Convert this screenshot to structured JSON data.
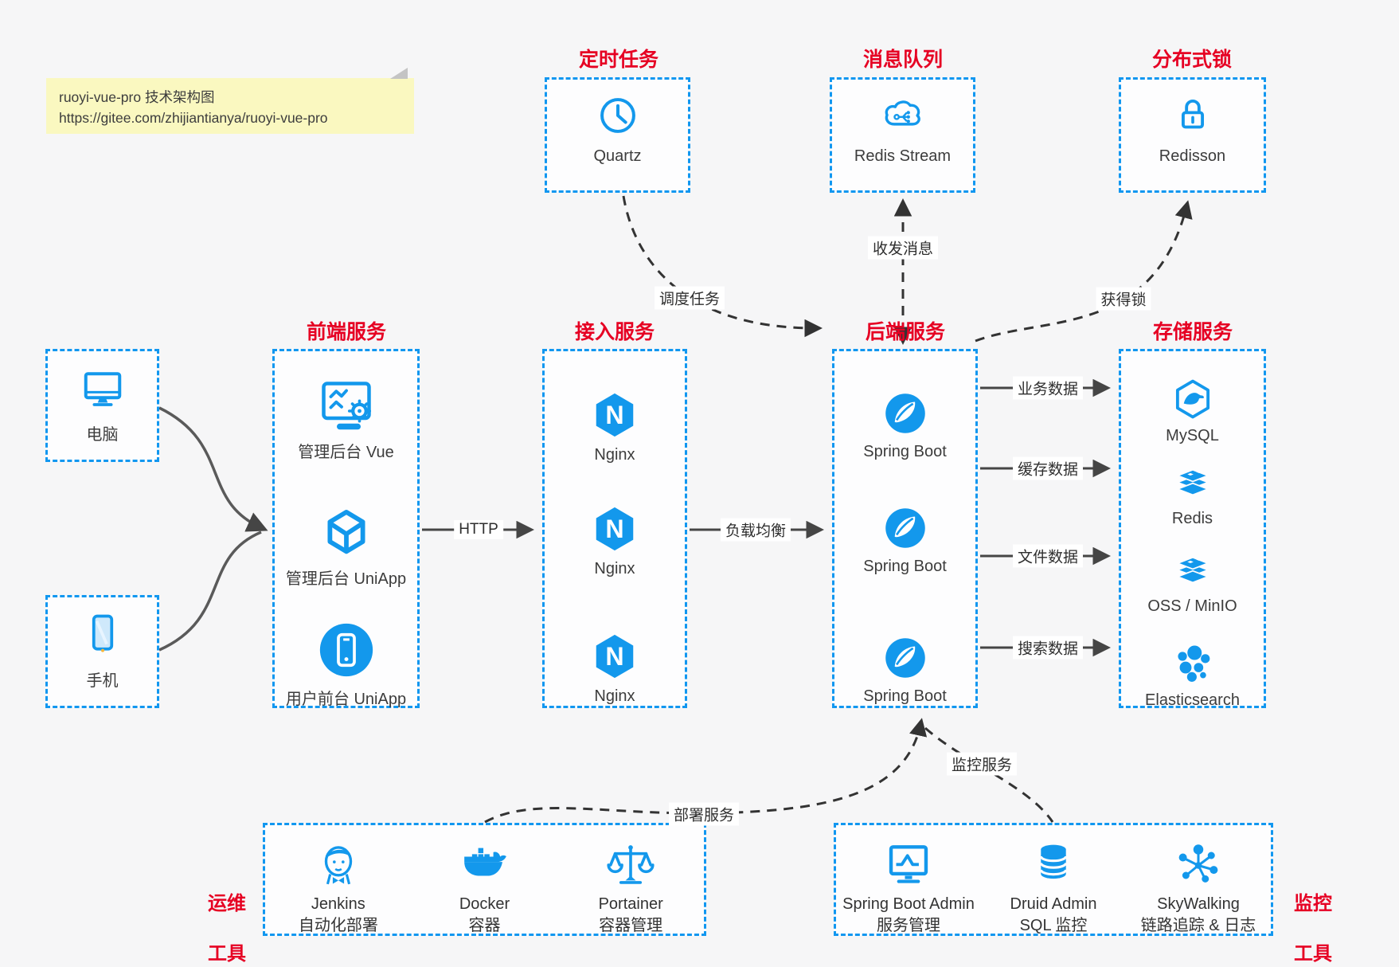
{
  "note": {
    "line1": "ruoyi-vue-pro 技术架构图",
    "line2": "https://gitee.com/zhijiantianya/ruoyi-vue-pro"
  },
  "top_sections": [
    {
      "title": "定时任务",
      "icon": "clock-icon",
      "label": "Quartz"
    },
    {
      "title": "消息队列",
      "icon": "cloud-queue-icon",
      "label": "Redis Stream"
    },
    {
      "title": "分布式锁",
      "icon": "lock-icon",
      "label": "Redisson"
    }
  ],
  "clients": [
    {
      "icon": "desktop-icon",
      "label": "电脑"
    },
    {
      "icon": "mobile-icon",
      "label": "手机"
    }
  ],
  "columns": [
    {
      "title": "前端服务",
      "items": [
        {
          "icon": "admin-vue-icon",
          "label": "管理后台 Vue"
        },
        {
          "icon": "uniapp-cube-icon",
          "label": "管理后台 UniApp"
        },
        {
          "icon": "user-app-icon",
          "label": "用户前台 UniApp"
        }
      ]
    },
    {
      "title": "接入服务",
      "items": [
        {
          "icon": "nginx-icon",
          "label": "Nginx"
        },
        {
          "icon": "nginx-icon",
          "label": "Nginx"
        },
        {
          "icon": "nginx-icon",
          "label": "Nginx"
        }
      ]
    },
    {
      "title": "后端服务",
      "items": [
        {
          "icon": "spring-icon",
          "label": "Spring Boot"
        },
        {
          "icon": "spring-icon",
          "label": "Spring Boot"
        },
        {
          "icon": "spring-icon",
          "label": "Spring Boot"
        }
      ]
    },
    {
      "title": "存储服务",
      "items": [
        {
          "icon": "mysql-icon",
          "label": "MySQL"
        },
        {
          "icon": "redis-stack-icon",
          "label": "Redis"
        },
        {
          "icon": "redis-stack-icon",
          "label": "OSS / MinIO"
        },
        {
          "icon": "elasticsearch-icon",
          "label": "Elasticsearch"
        }
      ]
    }
  ],
  "bottom_sections": [
    {
      "side_title": [
        "运维",
        "工具"
      ],
      "items": [
        {
          "icon": "jenkins-icon",
          "label": "Jenkins",
          "sub": "自动化部署"
        },
        {
          "icon": "docker-icon",
          "label": "Docker",
          "sub": "容器"
        },
        {
          "icon": "portainer-icon",
          "label": "Portainer",
          "sub": "容器管理"
        }
      ]
    },
    {
      "side_title": [
        "监控",
        "工具"
      ],
      "items": [
        {
          "icon": "springboot-admin-icon",
          "label": "Spring Boot Admin",
          "sub": "服务管理"
        },
        {
          "icon": "druid-icon",
          "label": "Druid Admin",
          "sub": "SQL 监控"
        },
        {
          "icon": "skywalking-icon",
          "label": "SkyWalking",
          "sub": "链路追踪 & 日志"
        }
      ]
    }
  ],
  "arrow_labels": {
    "http": "HTTP",
    "load_balance": "负载均衡",
    "business_data": "业务数据",
    "cache_data": "缓存数据",
    "file_data": "文件数据",
    "search_data": "搜索数据",
    "schedule_task": "调度任务",
    "send_receive_msg": "收发消息",
    "acquire_lock": "获得锁",
    "deploy_service": "部署服务",
    "monitor_service": "监控服务"
  },
  "colors": {
    "accent": "#1398ec",
    "dashed_border": "#1197f0",
    "title_red": "#e60023",
    "arrow_dark": "#454545",
    "note_bg": "#faf8c0"
  }
}
